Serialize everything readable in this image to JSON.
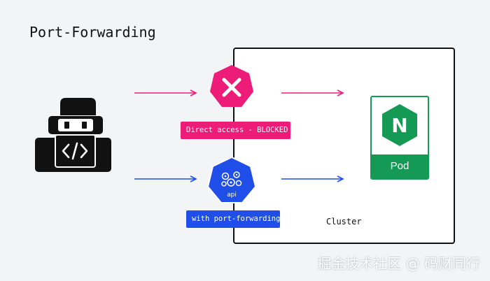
{
  "title": "Port-Forwarding",
  "cluster_label": "Cluster",
  "badges": {
    "blocked": "Direct access - BLOCKED",
    "forward": "with port-forwarding"
  },
  "icons": {
    "blocked": "close-icon",
    "api": "kubernetes-api-icon",
    "pod": "nginx-icon",
    "developer": "developer-code-icon"
  },
  "api_label": "api",
  "pod": {
    "label": "Pod",
    "logo_letter": "N"
  },
  "watermark": "掘金技术社区 @ 码财同行",
  "colors": {
    "blocked": "#ec1c78",
    "forward": "#1f4ee8",
    "pod": "#159a55",
    "outline": "#111111"
  }
}
